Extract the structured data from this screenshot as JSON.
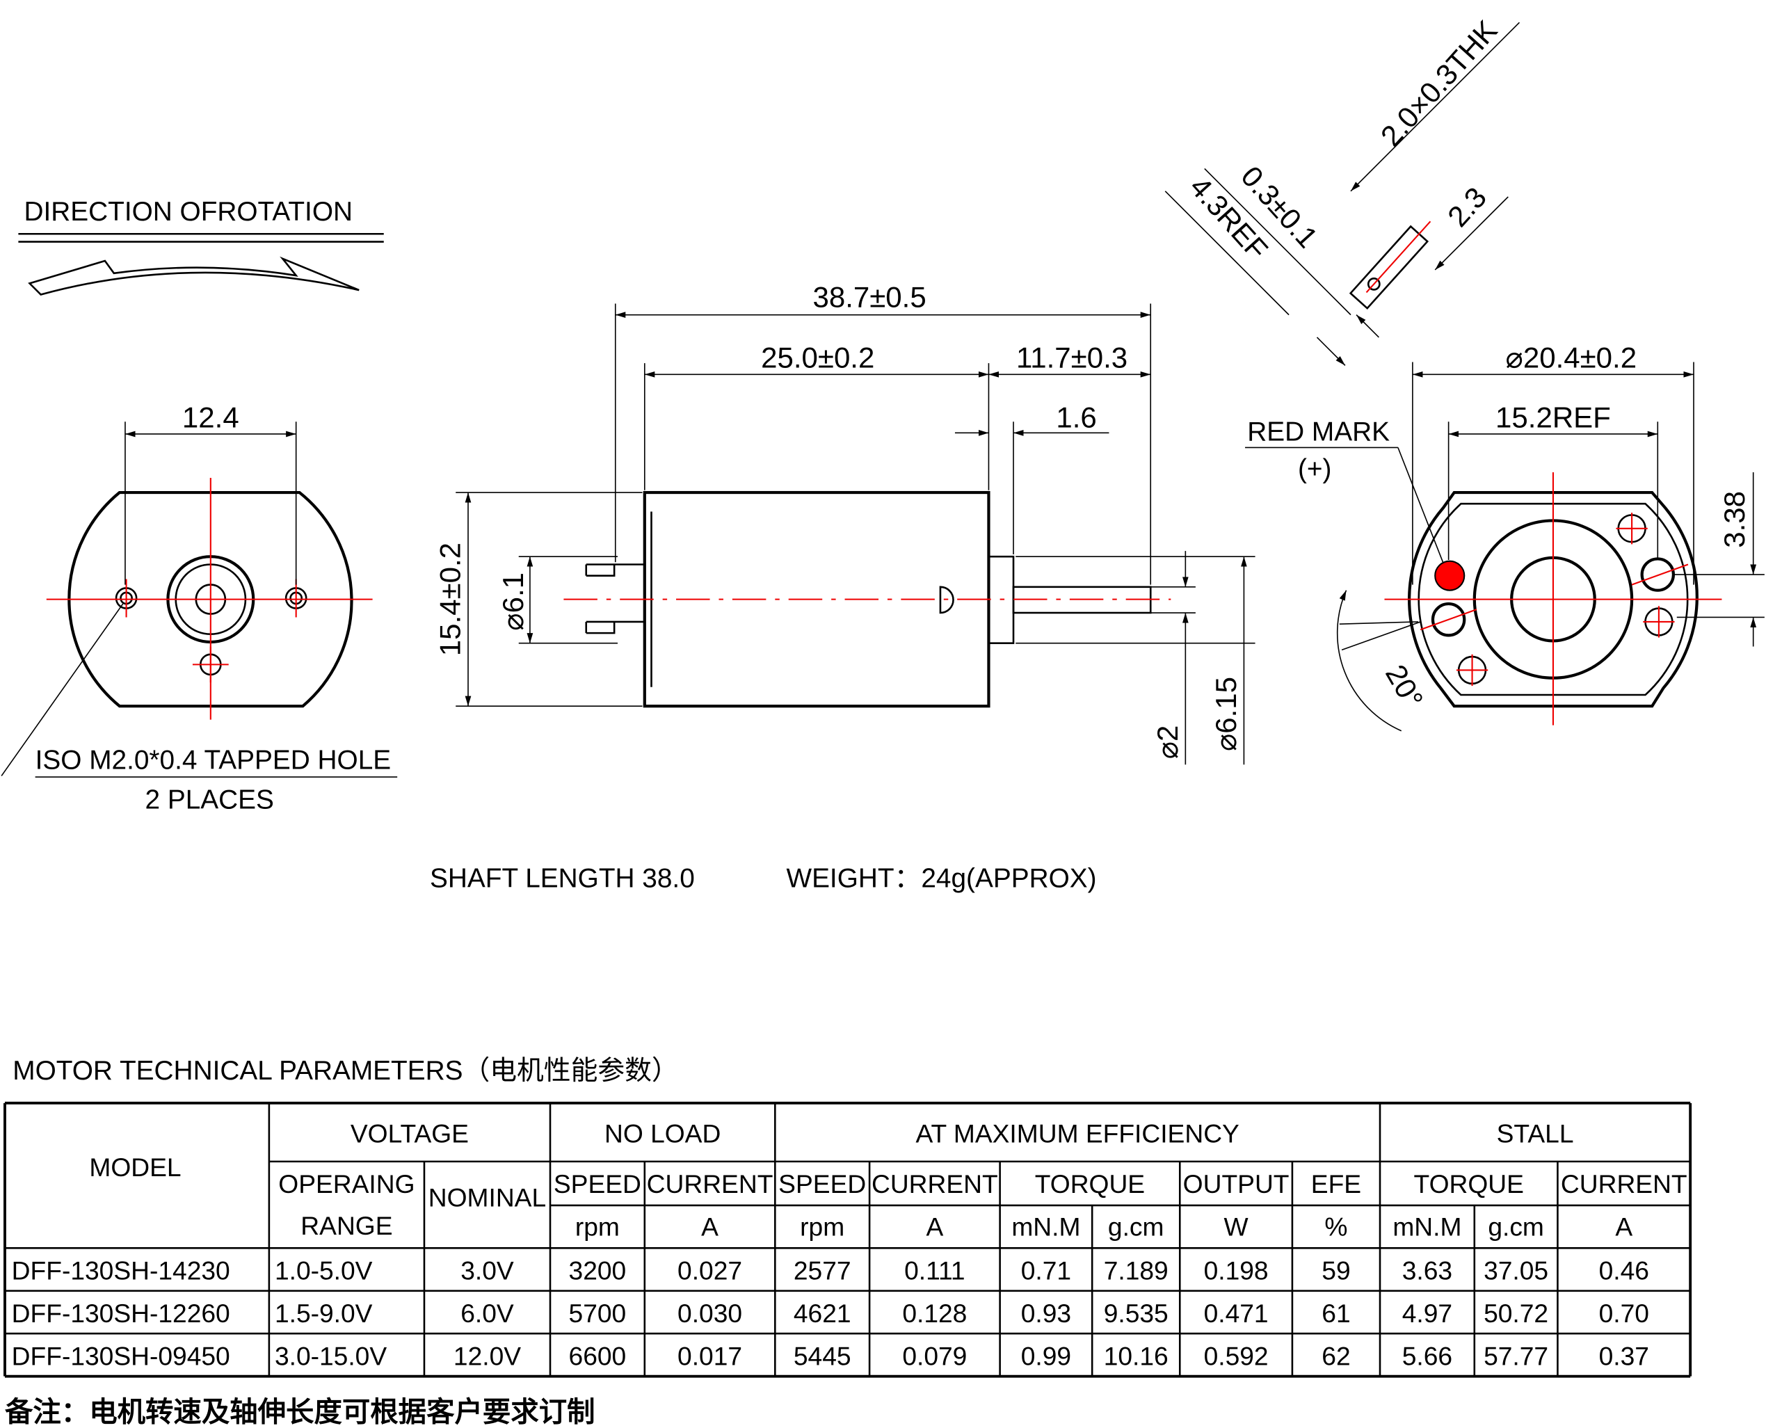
{
  "drawing": {
    "direction_of_rotation": "DIRECTION OFROTATION",
    "left_view": {
      "width_dim": "12.4",
      "tapped_hole": "ISO M2.0*0.4 TAPPED HOLE",
      "places": "2 PLACES"
    },
    "side_view": {
      "overall_length": "38.7±0.5",
      "body_length": "25.0±0.2",
      "shaft_extension": "11.7±0.3",
      "boss_length": "1.6",
      "body_height": "15.4±0.2",
      "boss_diameter": "⌀6.1",
      "shaft_diameter": "⌀2",
      "boss_diameter_right": "⌀6.15"
    },
    "end_view": {
      "diameter": "⌀20.4±0.2",
      "ref_width": "15.2REF",
      "red_mark": "RED MARK",
      "polarity": "(+)",
      "offset": "3.38",
      "angle": "20°",
      "red_mark_color": "#ff0000"
    },
    "terminal_detail": {
      "thickness": "2.0×0.3THK",
      "tolerance": "0.3±0.1",
      "ref_length": "4.3REF",
      "width": "2.3"
    },
    "notes": {
      "shaft_length": "SHAFT LENGTH 38.0",
      "weight": "WEIGHT：24g(APPROX)"
    }
  },
  "table": {
    "title": "MOTOR TECHNICAL PARAMETERS（电机性能参数）",
    "headers": {
      "model": "MODEL",
      "voltage": "VOLTAGE",
      "no_load": "NO LOAD",
      "max_eff": "AT MAXIMUM EFFICIENCY",
      "stall": "STALL",
      "operating_1": "OPERAING",
      "operating_2": "RANGE",
      "nominal": "NOMINAL",
      "speed": "SPEED",
      "current": "CURRENT",
      "torque": "TORQUE",
      "output": "OUTPUT",
      "efe": "EFE",
      "unit_rpm": "rpm",
      "unit_a": "A",
      "unit_mnm": "mN.M",
      "unit_gcm": "g.cm",
      "unit_w": "W",
      "unit_pct": "%"
    },
    "rows": [
      [
        "DFF-130SH-14230",
        "1.0-5.0V",
        "3.0V",
        "3200",
        "0.027",
        "2577",
        "0.111",
        "0.71",
        "7.189",
        "0.198",
        "59",
        "3.63",
        "37.05",
        "0.46"
      ],
      [
        "DFF-130SH-12260",
        "1.5-9.0V",
        "6.0V",
        "5700",
        "0.030",
        "4621",
        "0.128",
        "0.93",
        "9.535",
        "0.471",
        "61",
        "4.97",
        "50.72",
        "0.70"
      ],
      [
        "DFF-130SH-09450",
        "3.0-15.0V",
        "12.0V",
        "6600",
        "0.017",
        "5445",
        "0.079",
        "0.99",
        "10.16",
        "0.592",
        "62",
        "5.66",
        "57.77",
        "0.37"
      ]
    ],
    "footnote": "备注：电机转速及轴伸长度可根据客户要求订制"
  }
}
